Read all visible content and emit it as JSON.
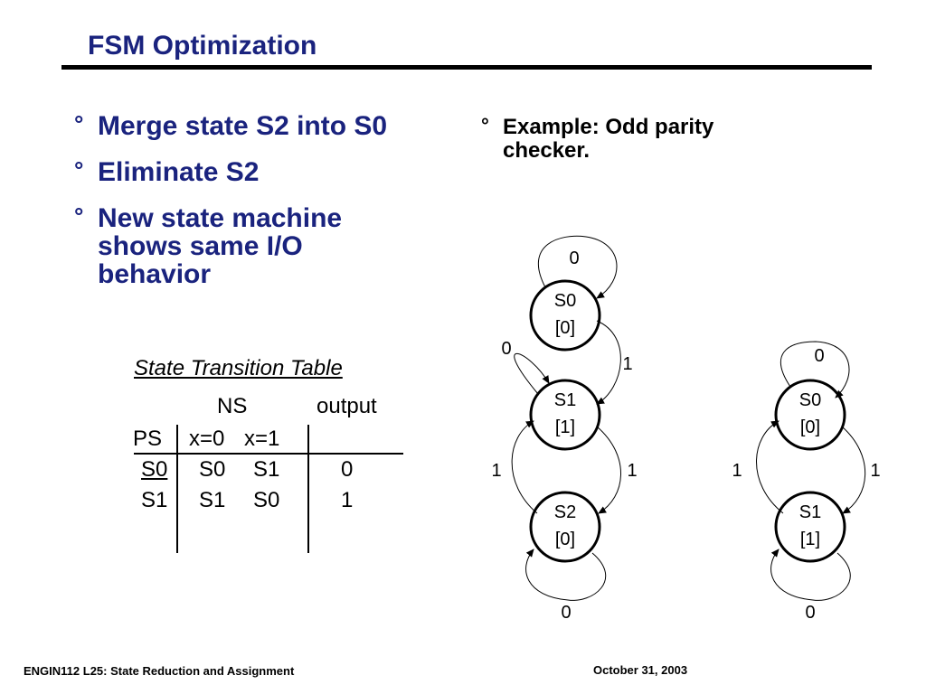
{
  "title": "FSM Optimization",
  "bullets": [
    {
      "symbol": "°",
      "lines": [
        "Merge state S2 into S0"
      ]
    },
    {
      "symbol": "°",
      "lines": [
        "Eliminate S2"
      ]
    },
    {
      "symbol": "°",
      "lines": [
        "New state machine",
        "shows same I/O",
        "behavior"
      ]
    }
  ],
  "example": {
    "symbol": "°",
    "lines": [
      "Example: Odd parity",
      "checker."
    ]
  },
  "table": {
    "title": "State Transition Table",
    "ns_header": "NS",
    "output_header": "output",
    "ps_header": "PS",
    "x0_header": "x=0",
    "x1_header": "x=1",
    "rows": [
      {
        "ps": "S0",
        "x0": "S0",
        "x1": "S1",
        "output": "0"
      },
      {
        "ps": "S1",
        "x0": "S1",
        "x1": "S0",
        "output": "1"
      }
    ]
  },
  "diagram_left": {
    "states": [
      {
        "name": "S0",
        "output": "[0]"
      },
      {
        "name": "S1",
        "output": "[1]"
      },
      {
        "name": "S2",
        "output": "[0]"
      }
    ],
    "labels": {
      "s0_self": "0",
      "s0_to_s1": "1",
      "s1_self": "0",
      "s2_to_s1": "1",
      "s1_to_s2": "1",
      "s2_self": "0"
    }
  },
  "diagram_right": {
    "states": [
      {
        "name": "S0",
        "output": "[0]"
      },
      {
        "name": "S1",
        "output": "[1]"
      }
    ],
    "labels": {
      "s0_self": "0",
      "s1_to_s0": "1",
      "s0_to_s1": "1",
      "s1_self": "0"
    }
  },
  "footer": {
    "left": "ENGIN112  L25: State Reduction and Assignment",
    "date": "October 31, 2003"
  }
}
